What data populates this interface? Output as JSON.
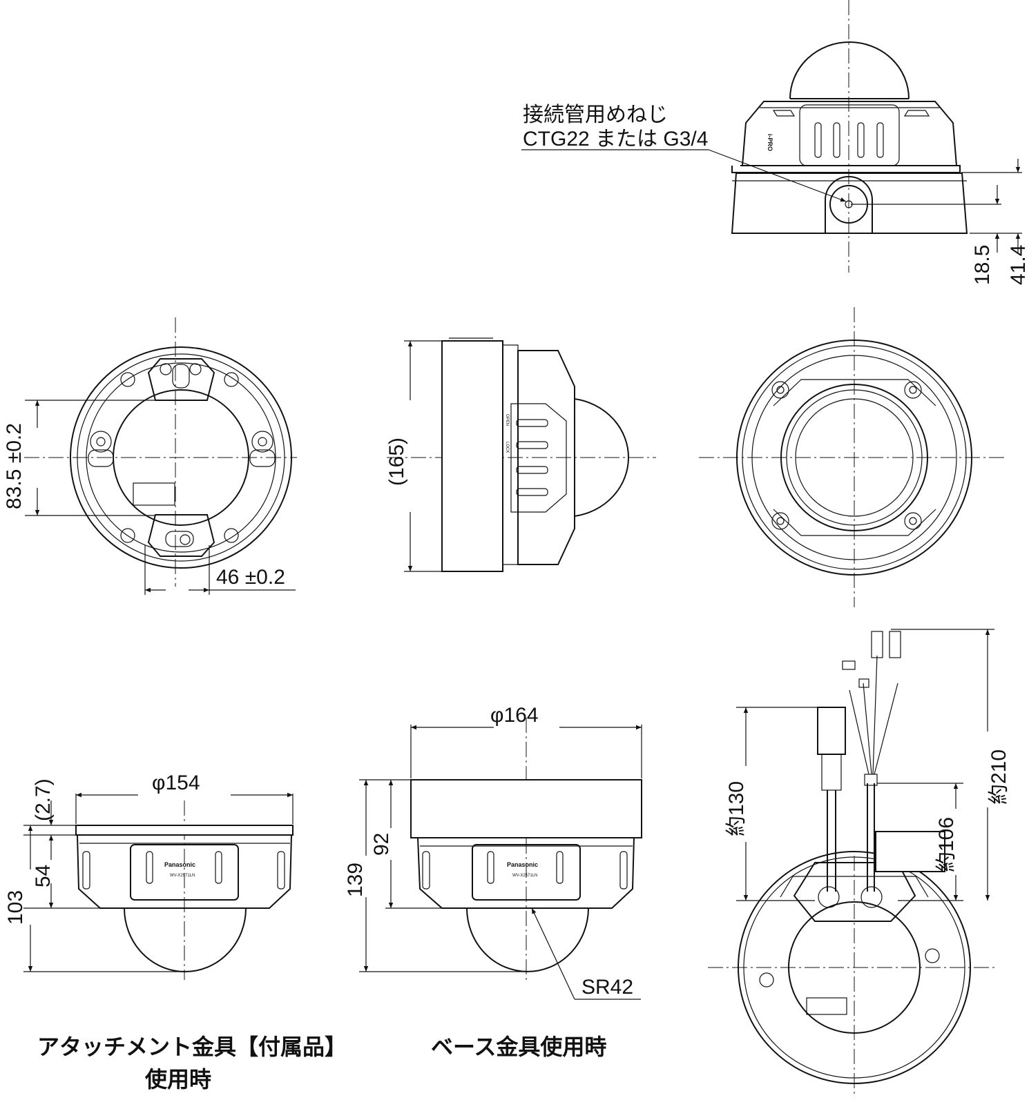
{
  "top_view": {
    "callout_line1": "接続管用めねじ",
    "callout_line2": "CTG22 または G3/4",
    "dim_18_5": "18.5",
    "dim_41_4": "41.4",
    "logo": "i-PRO"
  },
  "base_view": {
    "dim_83_5": "83.5 ±0.2",
    "dim_46": "46 ±0.2"
  },
  "side_view": {
    "dim_165": "(165)",
    "label_top": "OPEN",
    "label_bottom": "LOCK"
  },
  "attachment_view": {
    "dim_phi154": "φ154",
    "dim_2_7": "(2.7)",
    "dim_54": "54",
    "dim_103": "103",
    "brand": "Panasonic",
    "model": "WV-X2571LN",
    "caption_line1": "アタッチメント金具【付属品】",
    "caption_line2": "使用時"
  },
  "base_mount_view": {
    "dim_phi164": "φ164",
    "dim_92": "92",
    "dim_139": "139",
    "dim_sr42": "SR42",
    "brand": "Panasonic",
    "model": "WV-X2571LN",
    "caption": "ベース金具使用時"
  },
  "cable_view": {
    "dim_130": "約130",
    "dim_106": "約106",
    "dim_210": "約210"
  }
}
